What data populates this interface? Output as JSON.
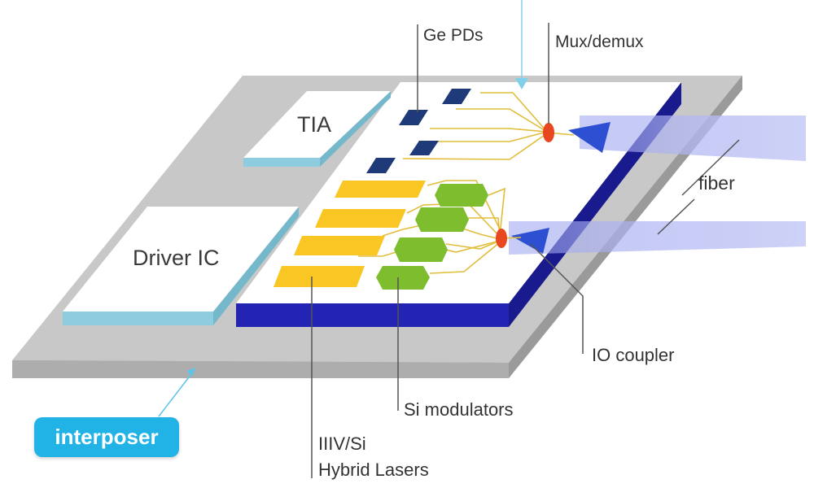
{
  "diagram": {
    "labels": {
      "ge_pds": "Ge PDs",
      "mux_demux": "Mux/demux",
      "tia": "TIA",
      "fiber": "fiber",
      "driver_ic": "Driver IC",
      "io_coupler": "IO coupler",
      "si_modulators": "Si modulators",
      "lasers_line1": "IIIV/Si",
      "lasers_line2": "Hybrid Lasers",
      "interposer": "interposer"
    },
    "colors": {
      "interposer_top": "#c8c8c8",
      "interposer_edge": "#a9a9a9",
      "photonic_chip_top": "#ffffff",
      "photonic_chip_edge": "#2323b4",
      "electronic_chip_edge": "#8ecde0",
      "photodetector": "#1f3a78",
      "laser": "#f9c623",
      "modulator": "#7dbd2e",
      "mux": "#e8471f",
      "waveguide": "#e2bd3a",
      "fiber": "#b9bff2",
      "badge": "#21b2e6"
    }
  }
}
